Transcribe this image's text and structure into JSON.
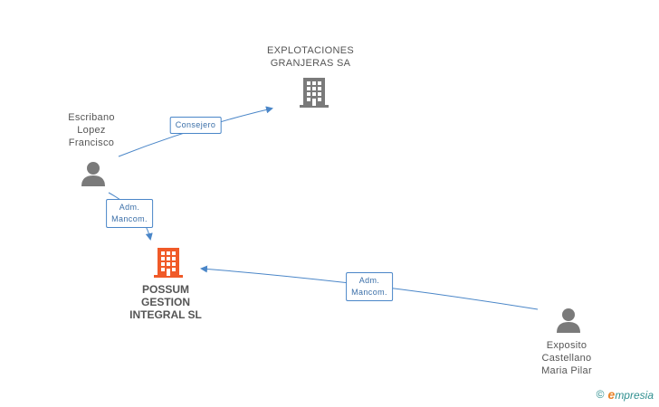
{
  "nodes": {
    "explotaciones": {
      "lines": [
        "EXPLOTACIONES",
        "GRANJERAS SA"
      ],
      "type": "company"
    },
    "escribano": {
      "lines": [
        "Escribano",
        "Lopez",
        "Francisco"
      ],
      "type": "person"
    },
    "possum": {
      "lines": [
        "POSSUM",
        "GESTION",
        "INTEGRAL SL"
      ],
      "type": "company-main"
    },
    "exposito": {
      "lines": [
        "Exposito",
        "Castellano",
        "Maria Pilar"
      ],
      "type": "person"
    }
  },
  "edges": {
    "consejero": {
      "lines": [
        "Consejero"
      ]
    },
    "adm_mancom_1": {
      "lines": [
        "Adm.",
        "Mancom."
      ]
    },
    "adm_mancom_2": {
      "lines": [
        "Adm.",
        "Mancom."
      ]
    }
  },
  "footer": {
    "copyright": "©",
    "brand_e": "e",
    "brand": "mpresia"
  },
  "colors": {
    "edge": "#4a86c8",
    "icon_gray": "#7a7a7a",
    "icon_main": "#f05a28"
  }
}
